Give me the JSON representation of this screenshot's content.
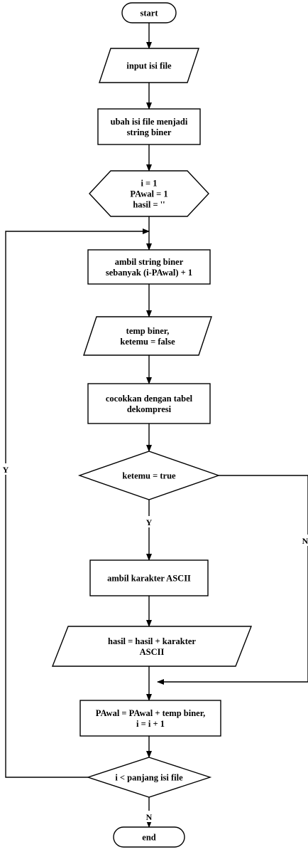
{
  "nodes": [
    {
      "id": "start",
      "type": "terminal",
      "lines": [
        "start"
      ]
    },
    {
      "id": "input-file",
      "type": "io",
      "lines": [
        "input isi  file"
      ]
    },
    {
      "id": "convert-binary",
      "type": "process",
      "lines": [
        "ubah isi file menjadi",
        "string biner"
      ]
    },
    {
      "id": "init",
      "type": "preparation",
      "lines": [
        "i = 1",
        "PAwal = 1",
        "hasil = ''"
      ]
    },
    {
      "id": "take-binary",
      "type": "process",
      "lines": [
        "ambil string biner",
        "sebanyak (i-PAwal) + 1"
      ]
    },
    {
      "id": "temp-binary",
      "type": "io",
      "lines": [
        "temp biner,",
        "ketemu = false"
      ]
    },
    {
      "id": "match-table",
      "type": "process",
      "lines": [
        "cocokkan dengan tabel",
        "dekompresi"
      ]
    },
    {
      "id": "found-check",
      "type": "decision",
      "lines": [
        "ketemu = true"
      ]
    },
    {
      "id": "take-ascii",
      "type": "process",
      "lines": [
        "ambil karakter ASCII"
      ]
    },
    {
      "id": "append-result",
      "type": "io",
      "lines": [
        "hasil  =  hasil  + karakter",
        "ASCII"
      ]
    },
    {
      "id": "update-vars",
      "type": "process",
      "lines": [
        "PAwal = PAwal + temp biner,",
        "i = i + 1"
      ]
    },
    {
      "id": "length-check",
      "type": "decision",
      "lines": [
        "i < panjang isi  file"
      ]
    },
    {
      "id": "end",
      "type": "terminal",
      "lines": [
        "end"
      ]
    }
  ],
  "edges": [
    {
      "from": "start",
      "to": "input-file",
      "label": ""
    },
    {
      "from": "input-file",
      "to": "convert-binary",
      "label": ""
    },
    {
      "from": "convert-binary",
      "to": "init",
      "label": ""
    },
    {
      "from": "init",
      "to": "take-binary",
      "label": ""
    },
    {
      "from": "take-binary",
      "to": "temp-binary",
      "label": ""
    },
    {
      "from": "temp-binary",
      "to": "match-table",
      "label": ""
    },
    {
      "from": "match-table",
      "to": "found-check",
      "label": ""
    },
    {
      "from": "found-check",
      "to": "take-ascii",
      "label": "Y"
    },
    {
      "from": "found-check",
      "to": "update-vars",
      "label": "N"
    },
    {
      "from": "take-ascii",
      "to": "append-result",
      "label": ""
    },
    {
      "from": "append-result",
      "to": "update-vars",
      "label": ""
    },
    {
      "from": "update-vars",
      "to": "length-check",
      "label": ""
    },
    {
      "from": "length-check",
      "to": "take-binary",
      "label": "Y"
    },
    {
      "from": "length-check",
      "to": "end",
      "label": "N"
    }
  ],
  "colors": {
    "stroke": "#000000",
    "fill": "#ffffff",
    "text": "#000000",
    "background": "#ffffff"
  }
}
